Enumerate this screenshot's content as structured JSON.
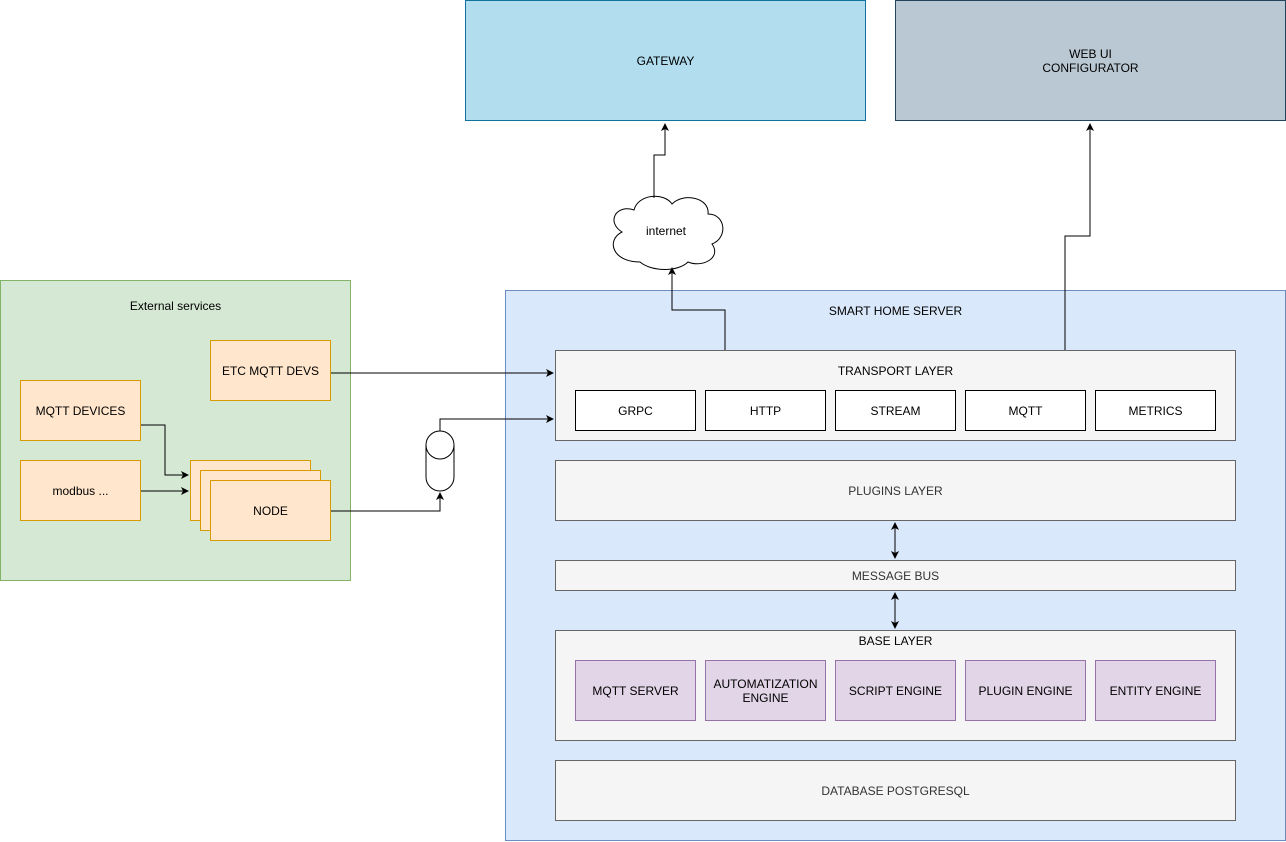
{
  "gateway": {
    "label": "GATEWAY"
  },
  "webui": {
    "label": "WEB UI\nCONFIGURATOR"
  },
  "internet": {
    "label": "internet"
  },
  "external": {
    "title": "External services",
    "etc_mqtt": "ETC MQTT DEVS",
    "mqtt_devices": "MQTT DEVICES",
    "modbus": "modbus ...",
    "node": "NODE"
  },
  "server": {
    "title": "SMART HOME SERVER",
    "transport": {
      "title": "TRANSPORT LAYER",
      "items": [
        "GRPC",
        "HTTP",
        "STREAM",
        "MQTT",
        "METRICS"
      ]
    },
    "plugins": "PLUGINS LAYER",
    "bus": "MESSAGE BUS",
    "base": {
      "title": "BASE LAYER",
      "items": [
        "MQTT SERVER",
        "AUTOMATIZATION\nENGINE",
        "SCRIPT ENGINE",
        "PLUGIN ENGINE",
        "ENTITY ENGINE"
      ]
    },
    "database": "DATABASE POSTGRESQL"
  }
}
